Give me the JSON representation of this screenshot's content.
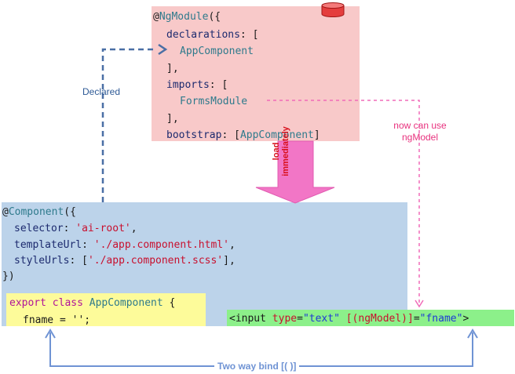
{
  "ngmodule": {
    "l1": {
      "at": "@",
      "name": "NgModule",
      "rest": "({"
    },
    "l2": {
      "key": "declarations",
      "rest": ": ["
    },
    "l3": "AppComponent",
    "l4": "],",
    "l5": {
      "key": "imports",
      "rest": ": ["
    },
    "l6": "FormsModule",
    "l7": "],",
    "l8": {
      "key": "bootstrap",
      "sep": ": [",
      "value": "AppComponent",
      "close": "]"
    }
  },
  "component": {
    "l1": {
      "at": "@",
      "name": "Component",
      "rest": "({"
    },
    "l2": {
      "key": "selector",
      "sep": ": ",
      "value": "'ai-root'",
      "comma": ","
    },
    "l3": {
      "key": "templateUrl",
      "sep": ": ",
      "value": "'./app.component.html'",
      "comma": ","
    },
    "l4": {
      "key": "styleUrls",
      "sep": ": [",
      "value": "'./app.component.scss'",
      "close": "],"
    },
    "l5": "})"
  },
  "class_code": {
    "l1": {
      "kw": "export class ",
      "name": "AppComponent",
      "rest": " {"
    },
    "l2": {
      "key": "fname",
      "rest": " = '';"
    }
  },
  "template_code": {
    "open": "<input ",
    "type_attr": "type",
    "eq1": "=",
    "type_val": "\"text\"",
    "model_attr": "[(ngModel)]",
    "eq2": "=",
    "model_val": "\"fname\"",
    "close": ">"
  },
  "labels": {
    "declared": "Declared",
    "load_line1": "load",
    "load_line2": "immediately",
    "now_line1": "now can use",
    "now_line2": "ngModel",
    "two_way": "Two way bind [( )]"
  },
  "colors": {
    "module_bg": "#f8c9c9",
    "component_bg": "#bcd3ea",
    "class_bg": "#fdfb9a",
    "input_bg": "#8cf08a",
    "declared_arrow": "#4a6fa5",
    "formsmodule_arrow": "#f06bb8",
    "load_arrow": "#f06bb8",
    "twoway_arrow": "#6f93d4"
  },
  "icons": {
    "database": "database-icon"
  }
}
